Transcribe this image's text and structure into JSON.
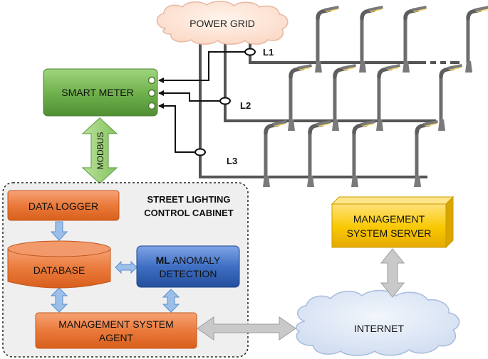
{
  "nodes": {
    "power_grid": "POWER GRID",
    "smart_meter": "SMART METER",
    "modbus": "MODBUS",
    "cabinet_title_line1": "STREET LIGHTING",
    "cabinet_title_line2": "CONTROL CABINET",
    "data_logger": "DATA LOGGER",
    "database": "DATABASE",
    "ml_prefix": "ML",
    "ml_line1_rest": " ANOMALY",
    "ml_line2": "DETECTION",
    "agent_line1": "MANAGEMENT SYSTEM",
    "agent_line2": "AGENT",
    "server_line1": "MANAGEMENT",
    "server_line2": "SYSTEM SERVER",
    "internet": "INTERNET"
  },
  "lines": {
    "l1": "L1",
    "l2": "L2",
    "l3": "L3"
  },
  "colors": {
    "orange": "#e8732f",
    "green": "#6aa84f",
    "blue": "#2f5fb4",
    "yellow": "#f5c400",
    "cloud_peach": "#fde3d3",
    "cloud_blue": "#dce6f5",
    "wire": "#555555",
    "lamp_glow": "#f6d25a"
  }
}
